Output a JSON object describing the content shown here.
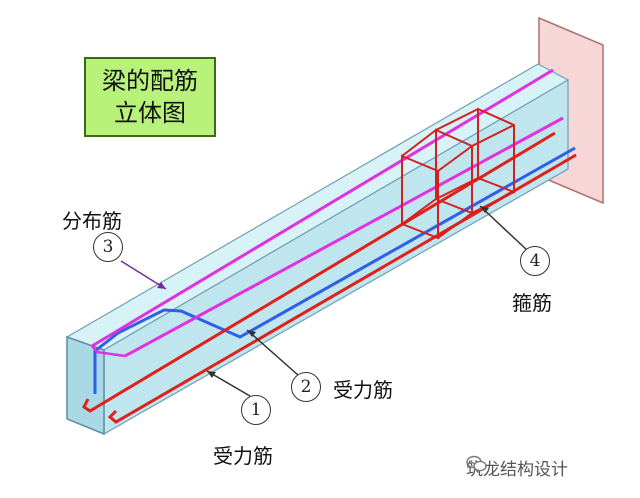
{
  "title": {
    "line1": "梁的配筋",
    "line2": "立体图"
  },
  "labels": {
    "distribution_bar": "分布筋",
    "stirrup": "箍筋",
    "main_bar_2": "受力筋",
    "main_bar_1": "受力筋"
  },
  "callouts": {
    "c1": "1",
    "c2": "2",
    "c3": "3",
    "c4": "4"
  },
  "watermark": {
    "text": "筑龙结构设计",
    "icon": "wechat-icon"
  },
  "colors": {
    "beam_fill": "#c9ecf2",
    "beam_edge": "#6f9fb4",
    "wall_fill": "#f6d6d6",
    "wall_edge": "#b07070",
    "main_bar": "#e0201a",
    "distribution_bar": "#e030e0",
    "secondary_bar": "#2f5ee8",
    "stirrup": "#d42020",
    "title_bg": "#b8f27a"
  }
}
